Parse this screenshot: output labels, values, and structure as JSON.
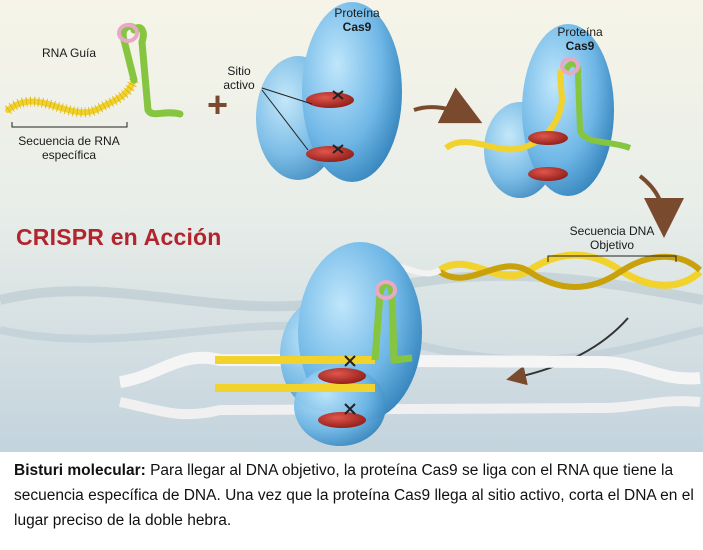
{
  "labels": {
    "guide_rna": "RNA Guía",
    "specific_sequence_line1": "Secuencia de RNA",
    "specific_sequence_line2": "específica",
    "active_site_line1": "Sitio",
    "active_site_line2": "activo",
    "protein_top_line1": "Proteína",
    "protein_top_line2": "Cas9",
    "protein_right_line1": "Proteína",
    "protein_right_line2": "Cas9",
    "target_dna_line1": "Secuencia DNA",
    "target_dna_line2": "Objetivo",
    "plus": "+"
  },
  "title": "CRISPR  en Acción",
  "caption": {
    "lead": "Bisturi molecular:",
    "body": " Para llegar al DNA objetivo, la proteína Cas9 se liga con el RNA que tiene la secuencia específica de DNA. Una vez que la proteína Cas9 llega al sitio activo, corta el DNA en el lugar preciso de la doble hebra."
  },
  "colors": {
    "title": "#b2252d",
    "protein": "#6fb7e6",
    "rna_yellow": "#f2d22c",
    "rna_green": "#86c540",
    "active_site": "#c0322a",
    "arrow": "#7a4a2e"
  }
}
